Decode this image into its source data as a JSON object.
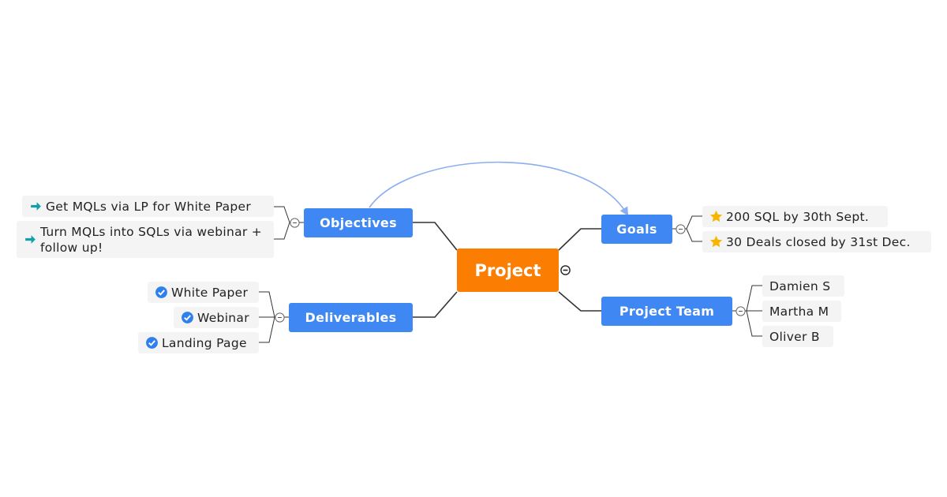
{
  "colors": {
    "central": "#fb7d01",
    "main_topic": "#3f87f2",
    "subtopic_bg": "#f4f4f4",
    "connector": "#333333",
    "relationship": "#8aaeef",
    "arrow_icon": "#12a0a8",
    "check_icon": "#2f80ed",
    "star_icon": "#f7b500"
  },
  "central": {
    "label": "Project"
  },
  "objectives": {
    "label": "Objectives",
    "items": [
      {
        "icon": "arrow-right-icon",
        "label": "Get MQLs via LP for White Paper"
      },
      {
        "icon": "arrow-right-icon",
        "label": "Turn MQLs into SQLs via webinar + follow up!"
      }
    ]
  },
  "deliverables": {
    "label": "Deliverables",
    "items": [
      {
        "icon": "check-icon",
        "label": "White Paper"
      },
      {
        "icon": "check-icon",
        "label": "Webinar"
      },
      {
        "icon": "check-icon",
        "label": "Landing Page"
      }
    ]
  },
  "goals": {
    "label": "Goals",
    "items": [
      {
        "icon": "star-icon",
        "label": "200 SQL by 30th Sept."
      },
      {
        "icon": "star-icon",
        "label": "30 Deals closed by 31st Dec."
      }
    ]
  },
  "team": {
    "label": "Project Team",
    "items": [
      {
        "label": "Damien S"
      },
      {
        "label": "Martha M"
      },
      {
        "label": "Oliver B"
      }
    ]
  }
}
